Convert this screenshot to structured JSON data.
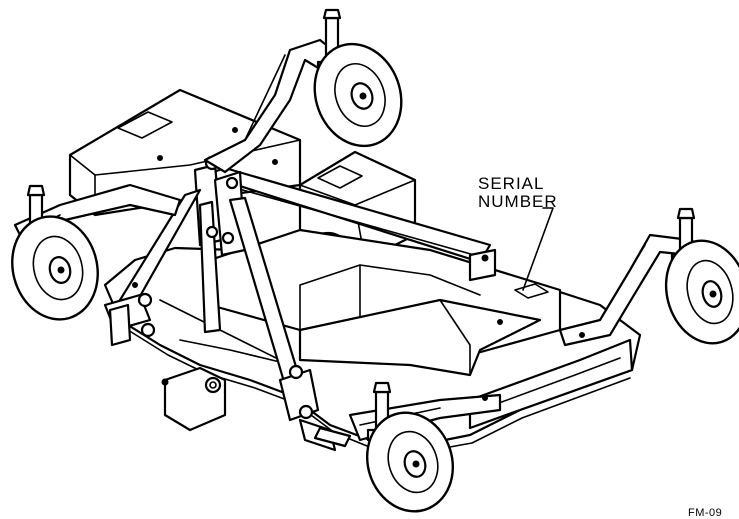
{
  "diagram": {
    "callouts": {
      "serial_line1": "SERIAL",
      "serial_line2": "NUMBER"
    },
    "figure_code": "FM-09"
  },
  "colors": {
    "line": "#000000",
    "background": "#ffffff"
  }
}
